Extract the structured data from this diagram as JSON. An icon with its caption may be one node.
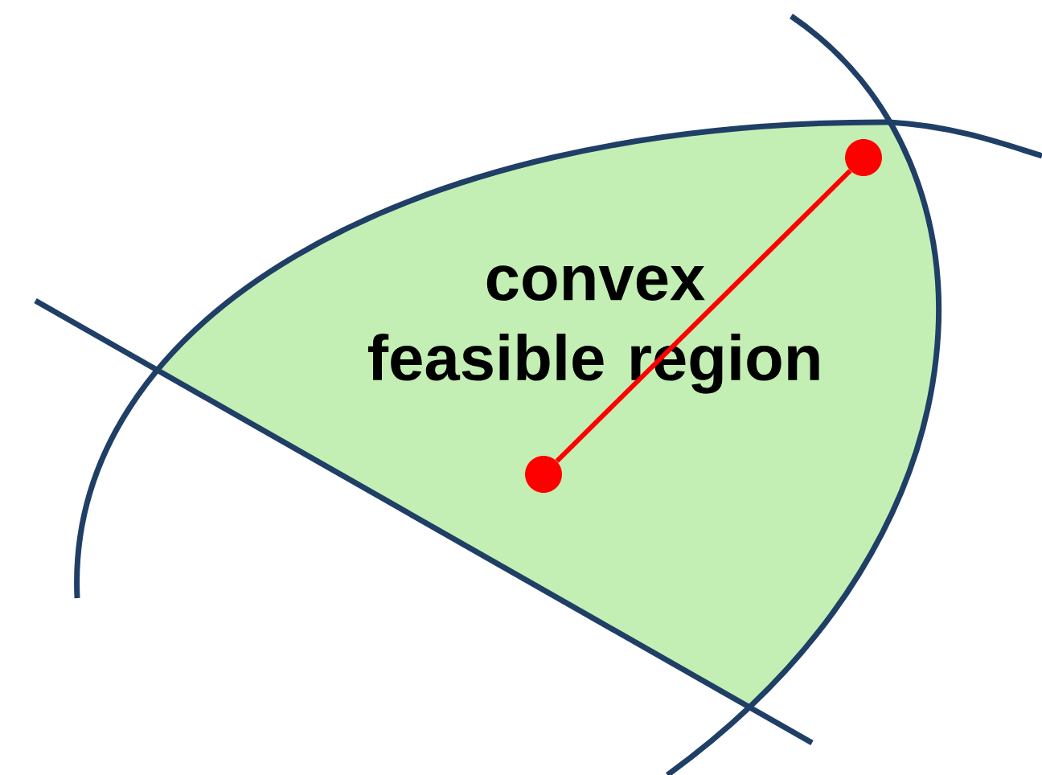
{
  "diagram": {
    "nodes": [
      {
        "text": [
          "convex feasible region"
        ]
      },
      {
        "text": [],
        "shape": "circle",
        "in": 0
      },
      {
        "text": [],
        "shape": "circle",
        "in": 0
      }
    ],
    "edges": [
      {
        "from": 1,
        "to": 2,
        "arrow": "none"
      }
    ]
  }
}
